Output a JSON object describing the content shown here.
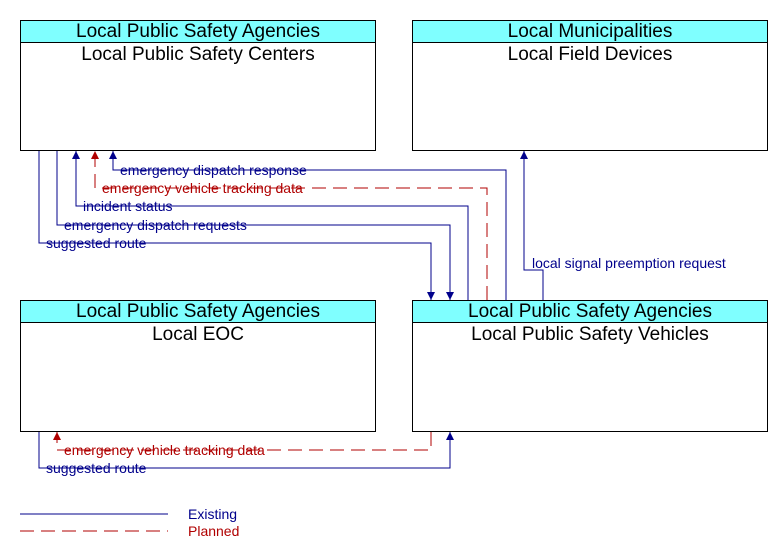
{
  "colors": {
    "existing": "#00008b",
    "planned": "#b00000",
    "header_fill": "#7fffff"
  },
  "nodes": {
    "psc": {
      "group": "Local Public Safety Agencies",
      "name": "Local Public Safety Centers"
    },
    "fd": {
      "group": "Local Municipalities",
      "name": "Local Field Devices"
    },
    "eoc": {
      "group": "Local Public Safety Agencies",
      "name": "Local EOC"
    },
    "psv": {
      "group": "Local Public Safety Agencies",
      "name": "Local Public Safety Vehicles"
    }
  },
  "flows": {
    "emergency_dispatch_response": {
      "label": "emergency dispatch response",
      "status": "existing"
    },
    "emergency_vehicle_tracking_top": {
      "label": "emergency vehicle tracking data",
      "status": "planned"
    },
    "incident_status": {
      "label": "incident status",
      "status": "existing"
    },
    "emergency_dispatch_requests": {
      "label": "emergency dispatch requests",
      "status": "existing"
    },
    "suggested_route_top": {
      "label": "suggested route",
      "status": "existing"
    },
    "local_signal_preemption": {
      "label": "local signal preemption request",
      "status": "existing"
    },
    "emergency_vehicle_tracking_eoc": {
      "label": "emergency vehicle tracking data",
      "status": "planned"
    },
    "suggested_route_eoc": {
      "label": "suggested route",
      "status": "existing"
    }
  },
  "legend": {
    "existing": "Existing",
    "planned": "Planned"
  }
}
